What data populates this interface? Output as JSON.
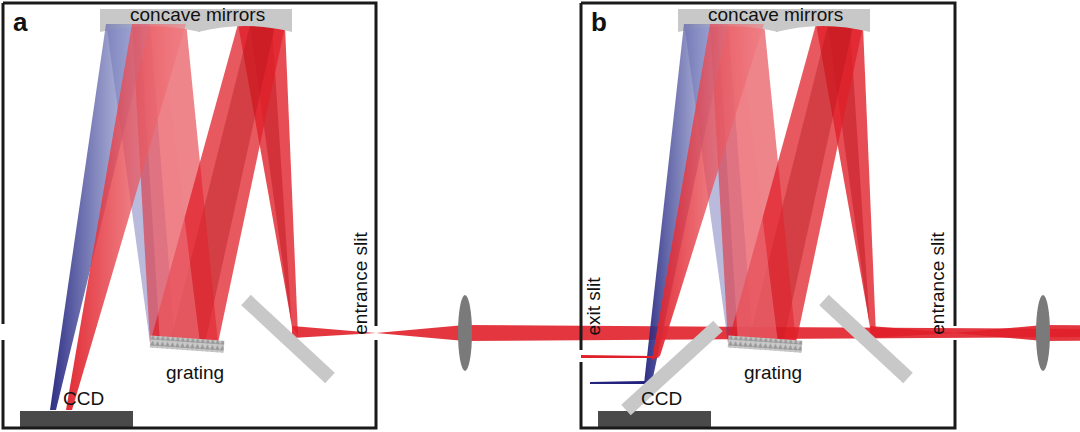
{
  "diagram": {
    "nodes": [
      {
        "text": [
          "a"
        ]
      },
      {
        "text": [
          "b"
        ]
      }
    ],
    "labels": [
      "concave mirrors",
      "entrance slit",
      "grating",
      "CCD",
      "concave mirrors",
      "exit slit",
      "grating",
      "CCD",
      "entrance slit"
    ]
  }
}
